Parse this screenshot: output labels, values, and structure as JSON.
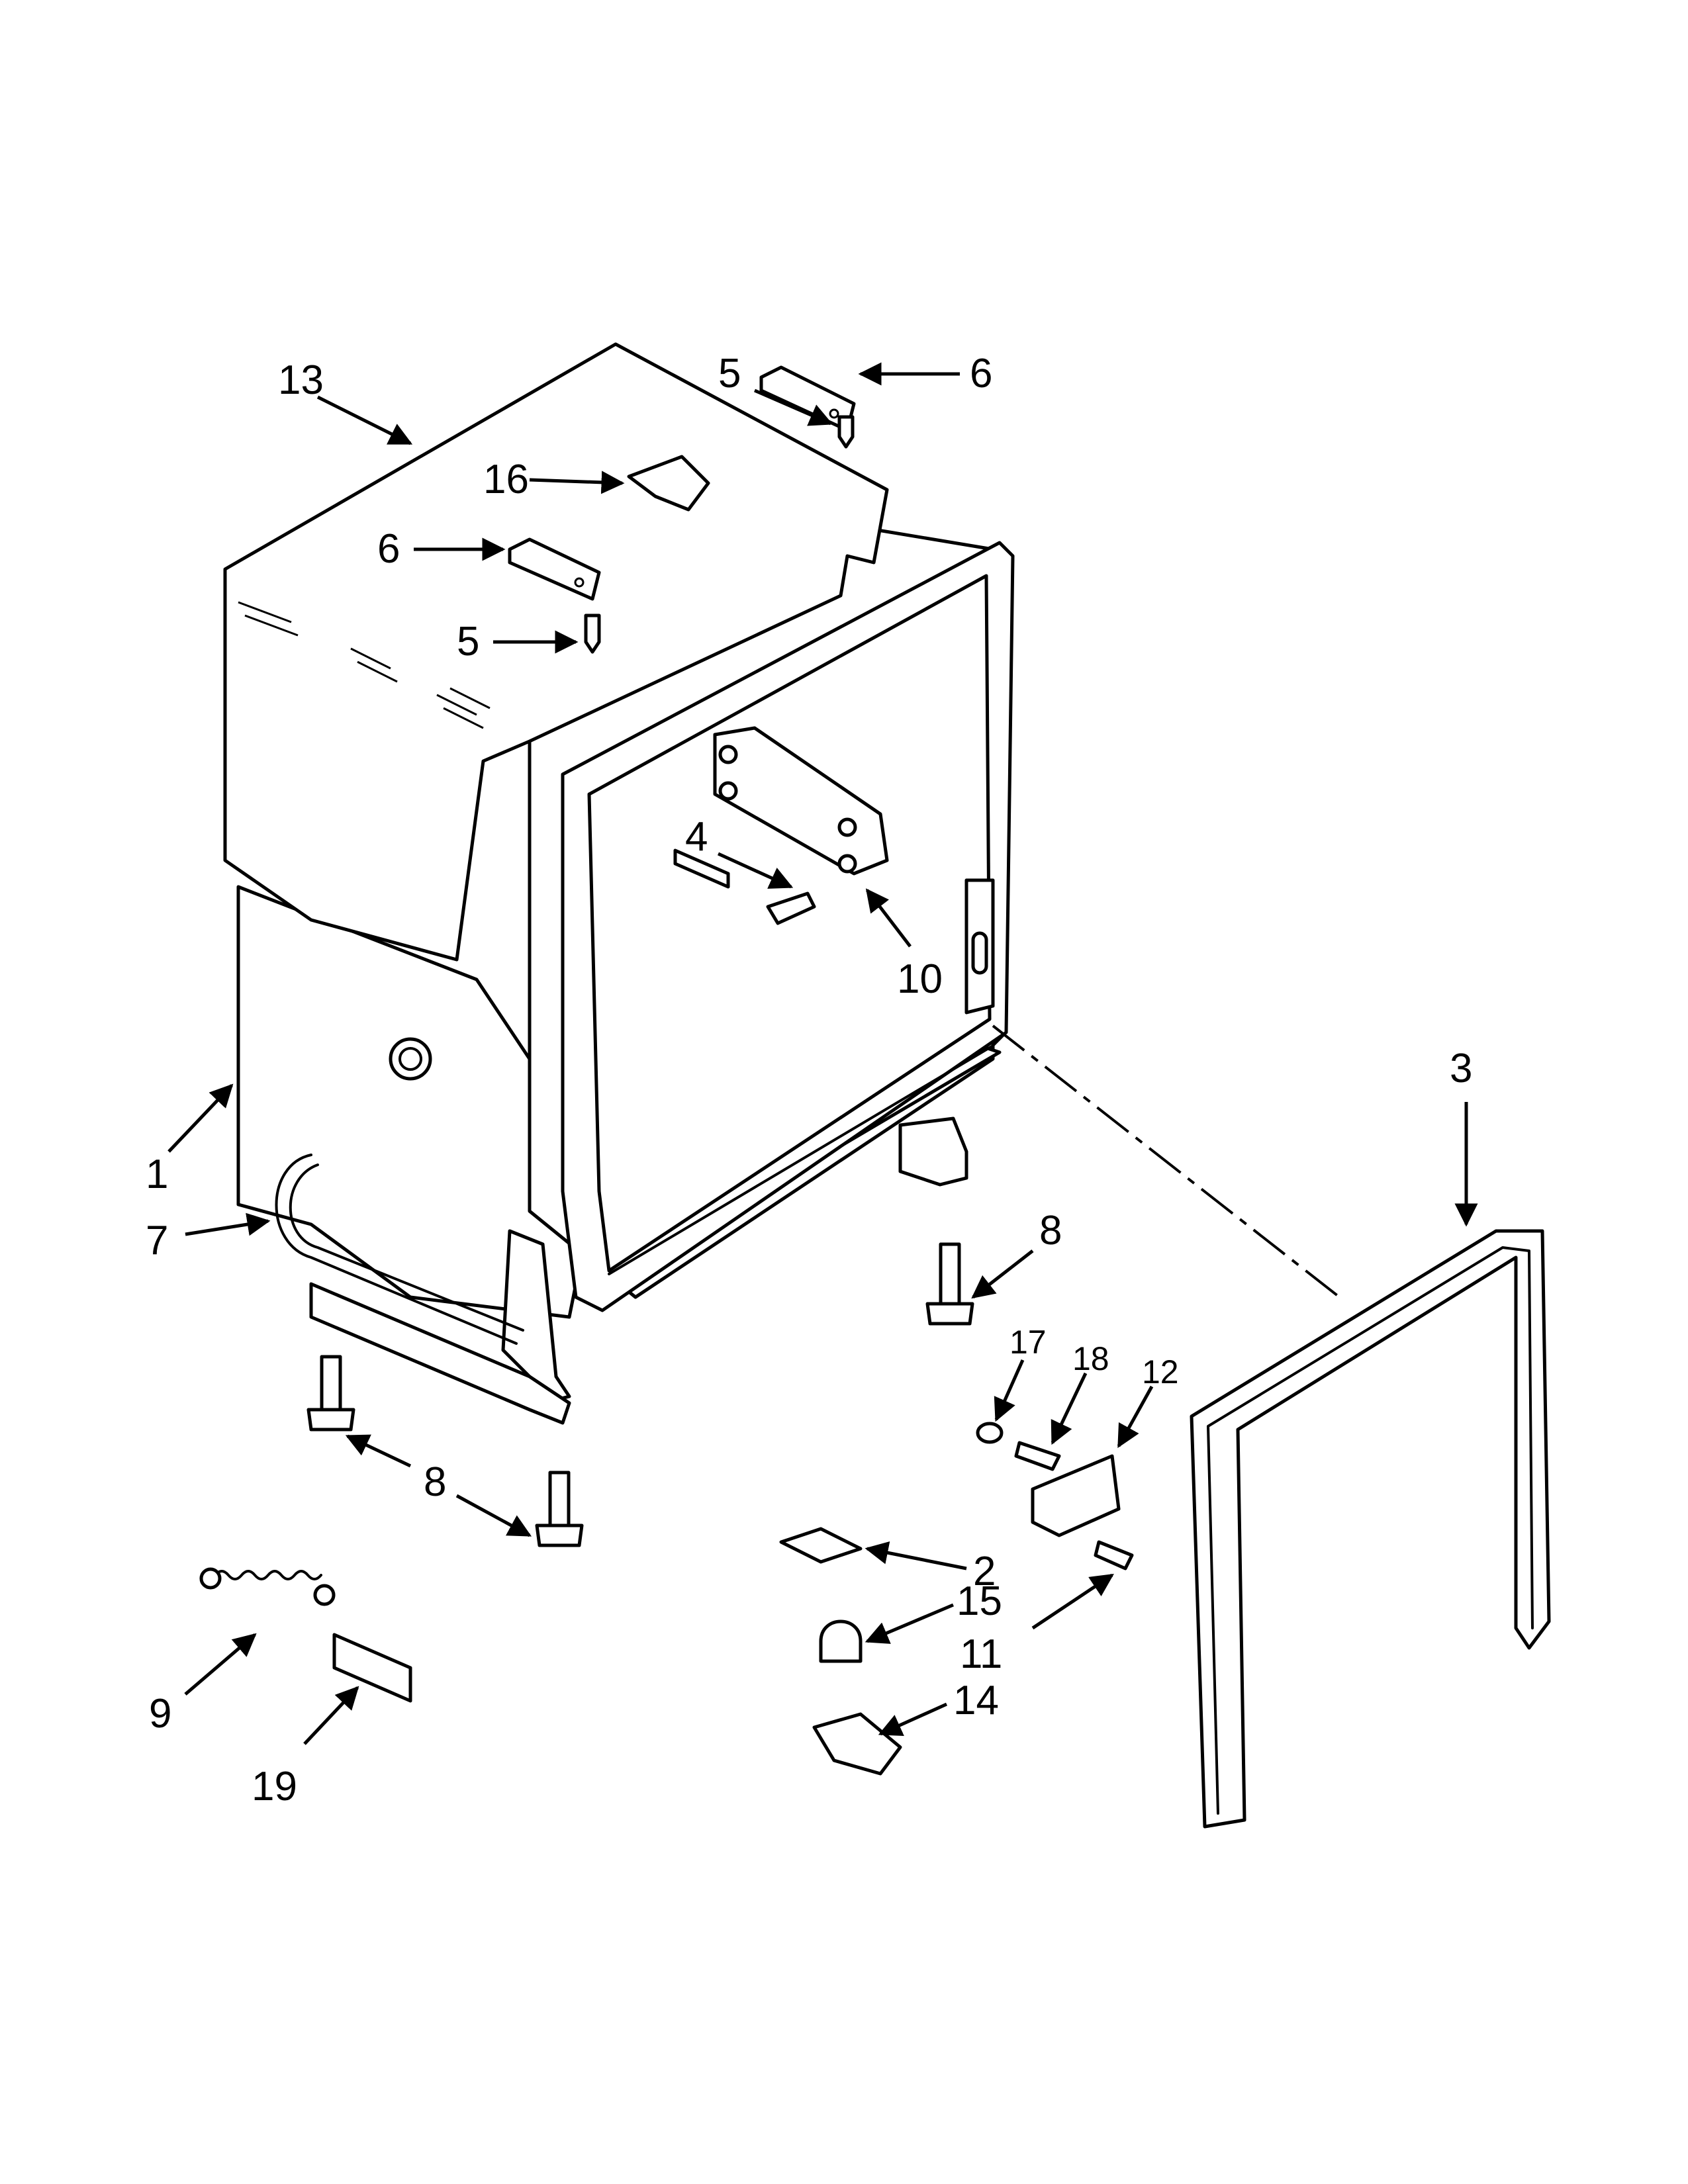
{
  "callouts": {
    "c1": "1",
    "c2": "2",
    "c3": "3",
    "c4": "4",
    "c5a": "5",
    "c5b": "5",
    "c6a": "6",
    "c6b": "6",
    "c7": "7",
    "c8a": "8",
    "c8b": "8",
    "c9": "9",
    "c10": "10",
    "c11": "11",
    "c12": "12",
    "c13": "13",
    "c14": "14",
    "c15": "15",
    "c16": "16",
    "c17": "17",
    "c18": "18",
    "c19": "19"
  },
  "colors": {
    "line": "#000000",
    "background": "#ffffff"
  }
}
